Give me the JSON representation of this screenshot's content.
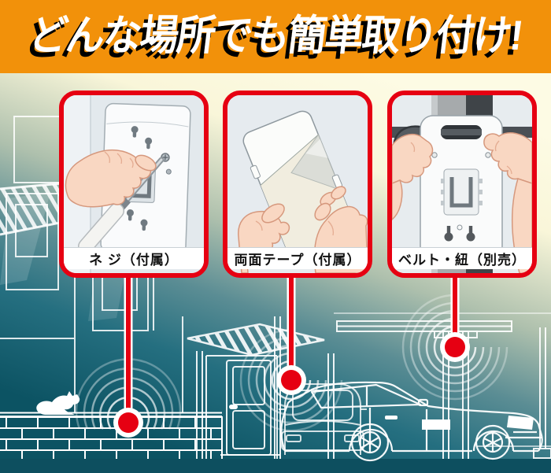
{
  "header": {
    "title": "どんな場所でも簡単取り付け!"
  },
  "panels": [
    {
      "label": "ネ ジ（付属）",
      "icon": "screwdriver-hand-icon"
    },
    {
      "label": "両面テープ（付属）",
      "icon": "peeling-tape-hands-icon"
    },
    {
      "label": "ベルト・紐（別売）",
      "icon": "belt-strap-pole-icon"
    }
  ],
  "scene": {
    "markers": [
      {
        "location": "garden-wall"
      },
      {
        "location": "entrance"
      },
      {
        "location": "carport"
      }
    ]
  },
  "colors": {
    "banner_orange": "#F2910A",
    "accent_red": "#E60012",
    "line_white": "#FFFFFF",
    "cream_top": "#FDFBE4",
    "teal_bottom": "#0C5363",
    "label_text": "#111111"
  }
}
